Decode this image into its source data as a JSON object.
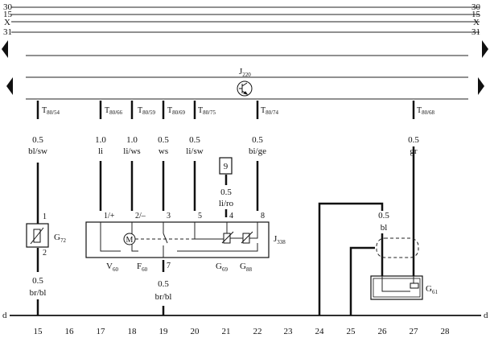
{
  "rails": {
    "r30": "30",
    "r15": "15",
    "rX": "X",
    "r31": "31",
    "d": "d"
  },
  "ecu": {
    "label": "J",
    "sub": "220"
  },
  "connectors": [
    {
      "id": "c1",
      "main": "T",
      "sub": "80/54"
    },
    {
      "id": "c2",
      "main": "T",
      "sub": "80/66"
    },
    {
      "id": "c3",
      "main": "T",
      "sub": "80/59"
    },
    {
      "id": "c4",
      "main": "T",
      "sub": "80/69"
    },
    {
      "id": "c5",
      "main": "T",
      "sub": "80/75"
    },
    {
      "id": "c6",
      "main": "T",
      "sub": "80/74"
    },
    {
      "id": "c7",
      "main": "T",
      "sub": "80/68"
    }
  ],
  "wires": {
    "w1": {
      "size": "0.5",
      "color": "bl/sw"
    },
    "w2": {
      "size": "1.0",
      "color": "li"
    },
    "w3": {
      "size": "1.0",
      "color": "li/ws"
    },
    "w4": {
      "size": "0.5",
      "color": "ws"
    },
    "w5": {
      "size": "0.5",
      "color": "li/sw"
    },
    "w6": {
      "size": "0.5",
      "color": "bi/ge"
    },
    "w7": {
      "size": "0.5",
      "color": "gr"
    },
    "w8": {
      "size": "0.5",
      "color": "li/ro"
    },
    "w9": {
      "size": "0.5",
      "color": "bl"
    },
    "w10": {
      "size": "0.5",
      "color": "br/bl"
    },
    "w11": {
      "size": "0.5",
      "color": "br/bl"
    }
  },
  "fuse_ref": "9",
  "components": {
    "g72": {
      "main": "G",
      "sub": "72",
      "pin1": "1",
      "pin2": "2"
    },
    "j338": {
      "main": "J",
      "sub": "338"
    },
    "v60": {
      "main": "V",
      "sub": "60"
    },
    "f60": {
      "main": "F",
      "sub": "60"
    },
    "g69": {
      "main": "G",
      "sub": "69"
    },
    "g88": {
      "main": "G",
      "sub": "88"
    },
    "g61": {
      "main": "G",
      "sub": "61"
    },
    "motor_symbol": "M"
  },
  "pins": {
    "p1": "1/+",
    "p2": "2/–",
    "p3": "3",
    "p5": "5",
    "p4": "4",
    "p8": "8",
    "p7": "7"
  },
  "grid": [
    "15",
    "16",
    "17",
    "18",
    "19",
    "20",
    "21",
    "22",
    "23",
    "24",
    "25",
    "26",
    "27",
    "28"
  ],
  "icons": {
    "ecu_symbol": "transistor-icon",
    "nav_left": "triangle-left-icon",
    "nav_right": "triangle-right-icon"
  }
}
